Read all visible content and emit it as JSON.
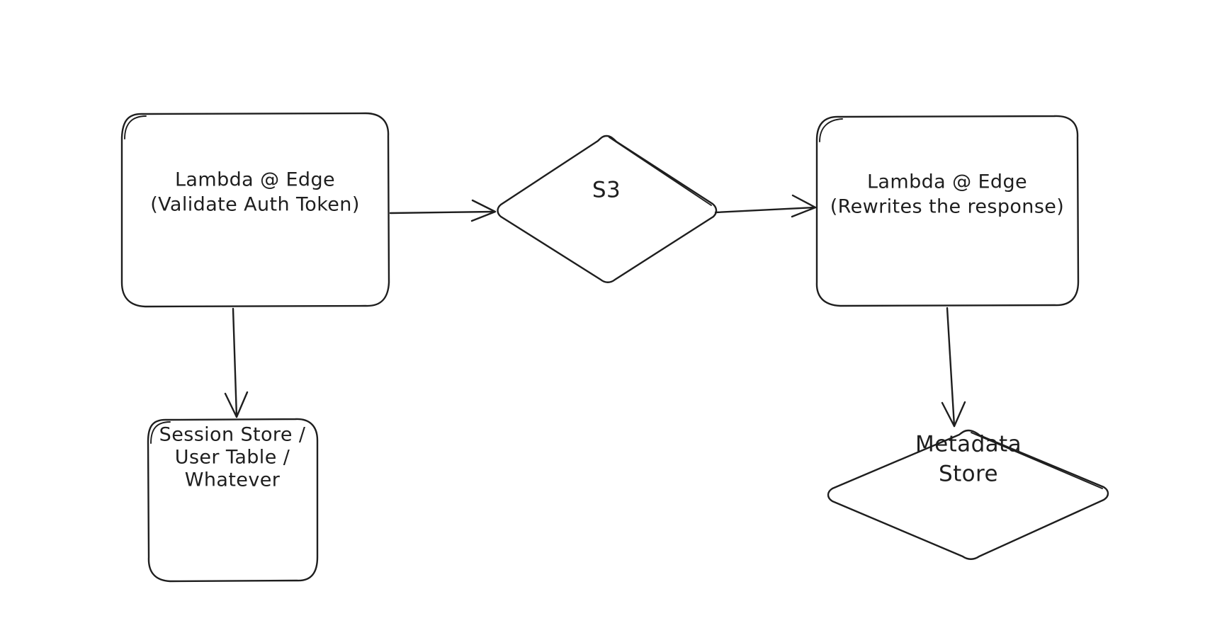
{
  "diagram": {
    "title": "Lambda @ Edge / S3 request-response flow",
    "background_color": "#ffffff",
    "stroke_color": "#1e1e1e",
    "nodes": [
      {
        "id": "validate-auth",
        "shape": "rounded-rectangle",
        "lines": [
          "Lambda @ Edge",
          "(Validate Auth Token)"
        ]
      },
      {
        "id": "s3",
        "shape": "diamond",
        "lines": [
          "S3"
        ]
      },
      {
        "id": "rewrite-response",
        "shape": "rounded-rectangle",
        "lines": [
          "Lambda @ Edge",
          "(Rewrites the response)"
        ]
      },
      {
        "id": "session-store",
        "shape": "rounded-rectangle",
        "lines": [
          "Session Store /",
          "User Table /",
          "Whatever"
        ]
      },
      {
        "id": "metadata-store",
        "shape": "diamond",
        "lines": [
          "Metadata",
          "Store"
        ]
      }
    ],
    "edges": [
      {
        "id": "validate-auth-to-s3",
        "from": "validate-auth",
        "to": "s3",
        "label": ""
      },
      {
        "id": "s3-to-rewrite-response",
        "from": "s3",
        "to": "rewrite-response",
        "label": ""
      },
      {
        "id": "validate-auth-to-session-store",
        "from": "validate-auth",
        "to": "session-store",
        "label": ""
      },
      {
        "id": "rewrite-response-to-metadata-store",
        "from": "rewrite-response",
        "to": "metadata-store",
        "label": ""
      }
    ]
  }
}
